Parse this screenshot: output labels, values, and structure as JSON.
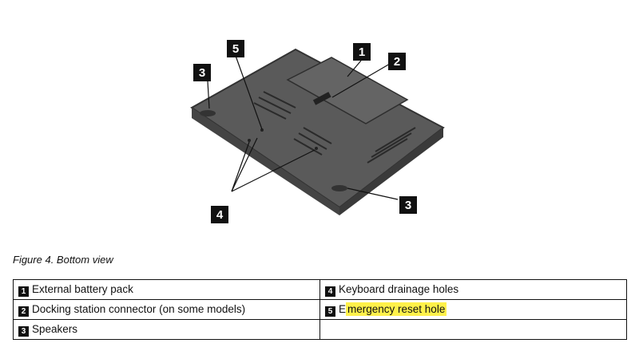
{
  "figure": {
    "callouts": [
      "1",
      "2",
      "3",
      "3",
      "4",
      "5"
    ]
  },
  "caption": "Figure 4.  Bottom view",
  "legend": {
    "rows": [
      {
        "left_num": "1",
        "left_text": "External battery pack",
        "right_num": "4",
        "right_text": "Keyboard drainage holes"
      },
      {
        "left_num": "2",
        "left_text": "Docking station connector (on some models)",
        "right_num": "5",
        "right_text_plain": "E",
        "right_text_highlight": "mergency reset hole"
      },
      {
        "left_num": "3",
        "left_text": "Speakers"
      }
    ]
  },
  "colors": {
    "highlight": "#fff14a",
    "line": "#111111",
    "laptop_body": "#5a5a5a"
  }
}
